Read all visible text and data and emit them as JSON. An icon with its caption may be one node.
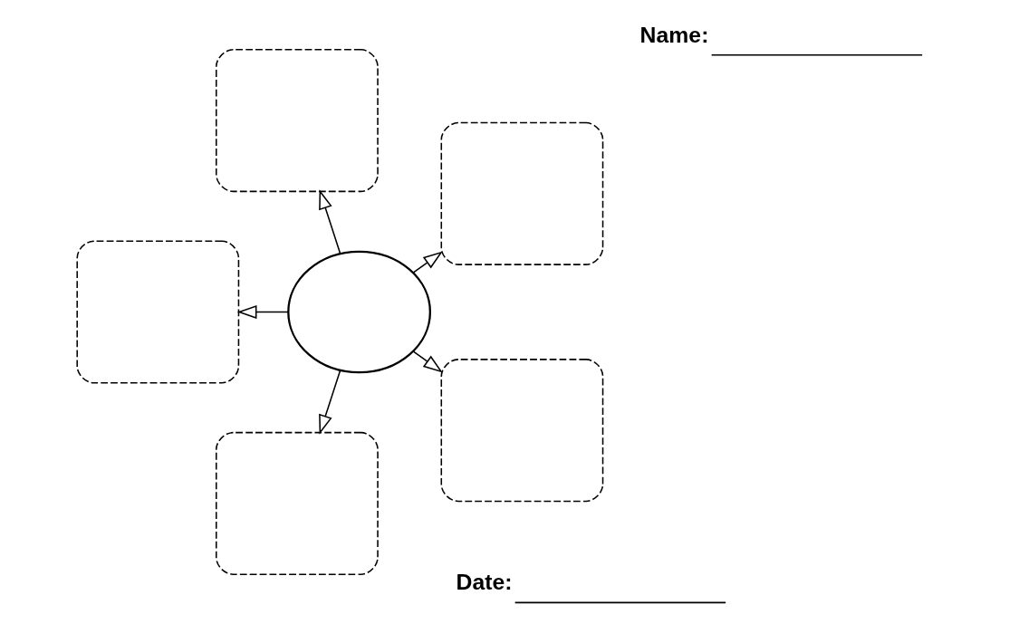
{
  "diagram": {
    "nodes": [
      {
        "text": [],
        "shape": "box"
      },
      {
        "text": [],
        "shape": "box"
      },
      {
        "text": [],
        "shape": "circle"
      },
      {
        "text": [],
        "shape": "box"
      },
      {
        "text": [],
        "shape": "box"
      },
      {
        "text": [],
        "shape": "box"
      }
    ],
    "edges": [
      {
        "from": 2,
        "to": 0,
        "arrow": "to"
      },
      {
        "from": 2,
        "to": 1,
        "arrow": "to"
      },
      {
        "from": 2,
        "to": 3,
        "arrow": "to"
      },
      {
        "from": 2,
        "to": 4,
        "arrow": "to"
      },
      {
        "from": 2,
        "to": 5,
        "arrow": "to"
      }
    ],
    "labels": [
      "Name:",
      "Date:"
    ]
  }
}
